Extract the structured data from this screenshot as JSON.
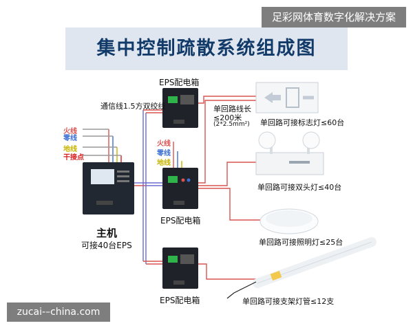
{
  "title": "集中控制疏散系统组成图",
  "watermark_top": "足彩网体育数字化解决方案",
  "watermark_bottom": "zucai-–china.com",
  "host": {
    "name": "主机",
    "capacity": "可接40台EPS",
    "wires": [
      "火线",
      "零线",
      "地线",
      "干接点"
    ]
  },
  "eps_top": {
    "label": "EPS配电箱"
  },
  "eps_mid": {
    "label": "EPS配电箱",
    "wires": [
      "火线",
      "零线",
      "地线"
    ]
  },
  "eps_bottom": {
    "label": "EPS配电箱"
  },
  "comm_line": "通信线1.5方双绞线",
  "loop_length": {
    "line1": "单回路线长",
    "line2": "≤200米",
    "spec": "(2*2.5mm²)"
  },
  "devices": [
    {
      "label": "单回路可接标志灯≤60台"
    },
    {
      "label": "单回路可接双头灯≤40台"
    },
    {
      "label": "单回路可接照明灯≤25台"
    },
    {
      "label": "单回路可接支架灯管≤12支"
    }
  ],
  "colors": {
    "title": "#123a68",
    "live": "#d9534f",
    "neutral": "#3b6fd1",
    "ground": "#c8b400",
    "dry": "#d81b1b",
    "comm": "#6a6ad0"
  }
}
